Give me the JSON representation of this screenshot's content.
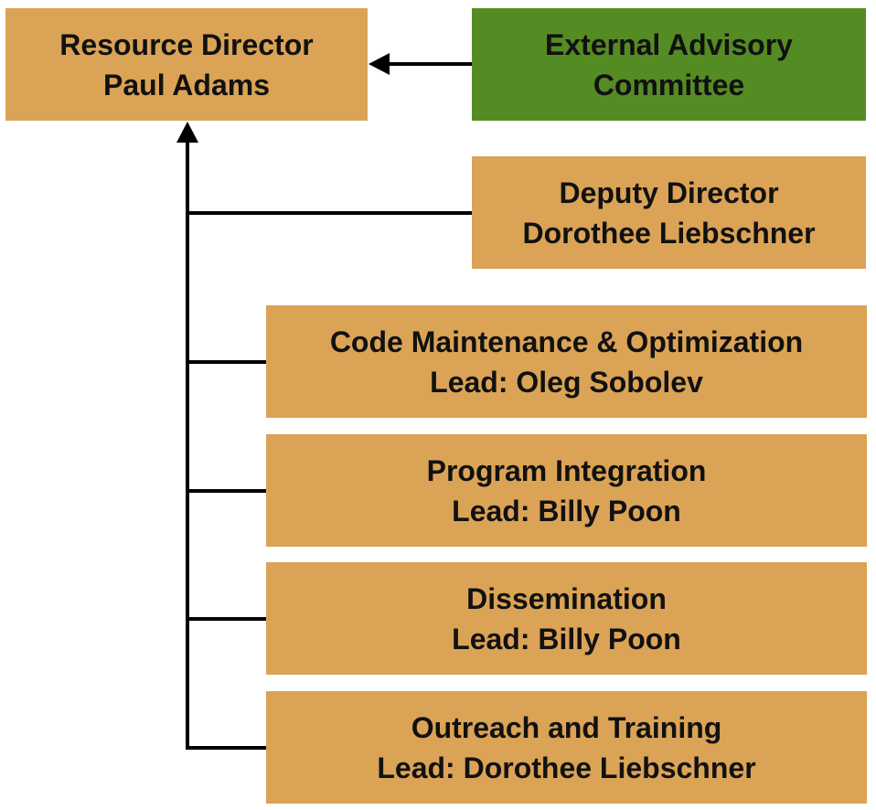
{
  "colors": {
    "node_fill": "#dba355",
    "advisory_fill": "#558b23",
    "connector": "#000000",
    "text": "#111111"
  },
  "nodes": {
    "resource_director": {
      "title": "Resource Director",
      "name": "Paul Adams"
    },
    "external_advisory": {
      "line1": "External Advisory",
      "line2": "Committee"
    },
    "deputy_director": {
      "title": "Deputy Director",
      "name": "Dorothee Liebschner"
    },
    "teams": [
      {
        "title": "Code Maintenance & Optimization",
        "lead": "Lead: Oleg Sobolev"
      },
      {
        "title": "Program Integration",
        "lead": "Lead: Billy Poon"
      },
      {
        "title": "Dissemination",
        "lead": "Lead: Billy Poon"
      },
      {
        "title": "Outreach and Training",
        "lead": "Lead: Dorothee Liebschner"
      }
    ]
  }
}
